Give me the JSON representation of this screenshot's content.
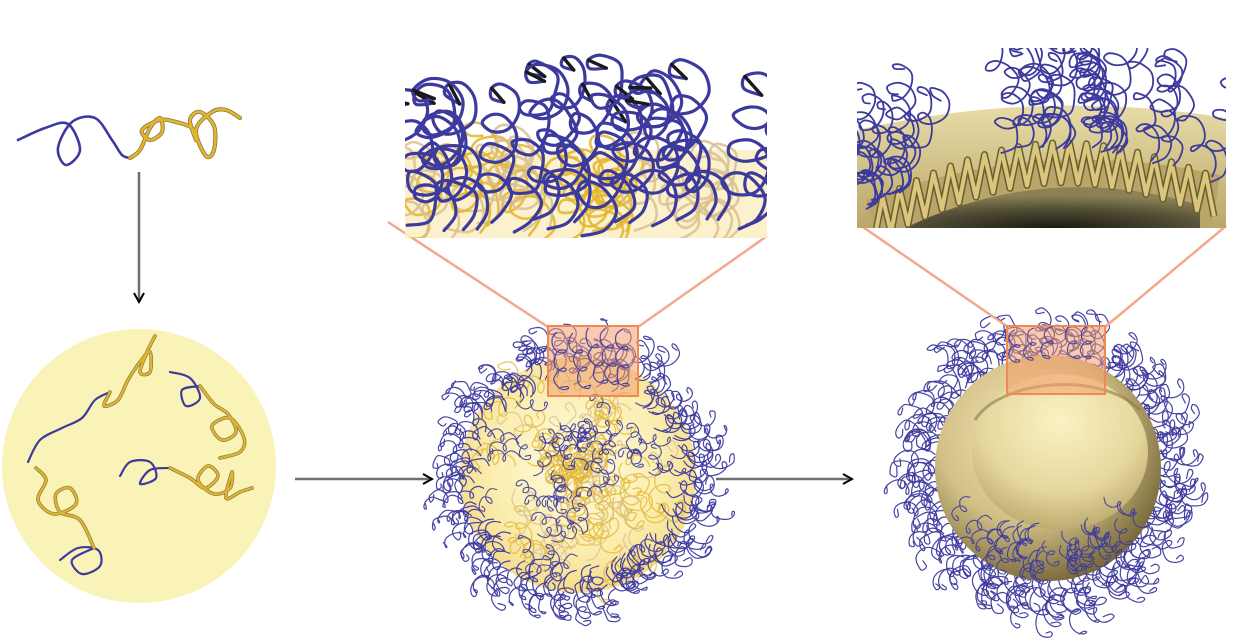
{
  "colors": {
    "hydrophilic_block": "#3d3a9e",
    "hydrophobic_block": "#e2b52c",
    "hydrophobic_pale": "#d9bf90",
    "chain_end": "#1a1a1a",
    "core_fill": "#faf3b8",
    "shell_fill": "#d7c58a",
    "shell_dark": "#8a7a45",
    "zoom_box": "#f29f6e",
    "zoom_lines": "#f3a88a",
    "arrow": "#6f6f6f",
    "arrow_head": "#000000"
  },
  "diagram": {
    "panels": [
      "copolymer-chain",
      "aggregation",
      "micelle",
      "vesicle"
    ],
    "connections": [
      {
        "from": "copolymer-chain",
        "to": "aggregation",
        "kind": "arrow"
      },
      {
        "from": "aggregation",
        "to": "micelle",
        "kind": "arrow"
      },
      {
        "from": "micelle",
        "to": "vesicle",
        "kind": "arrow"
      },
      {
        "from": "micelle",
        "to": "micelle-zoom",
        "kind": "magnification"
      },
      {
        "from": "vesicle",
        "to": "vesicle-zoom",
        "kind": "magnification"
      }
    ]
  }
}
